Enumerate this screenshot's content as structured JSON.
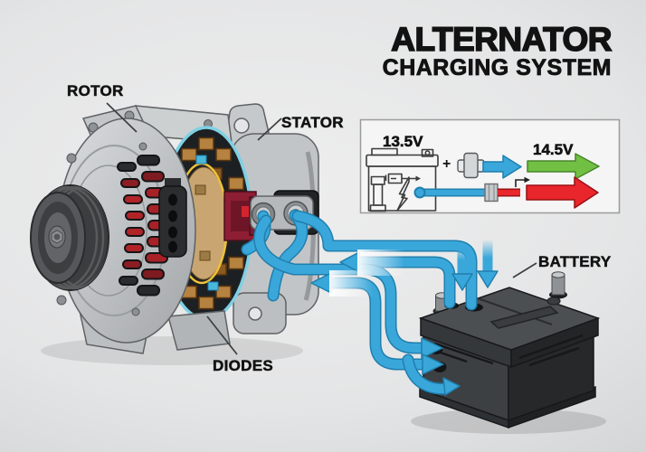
{
  "title": {
    "line1": "ALTERNATOR",
    "line2": "CHARGING SYSTEM"
  },
  "labels": {
    "rotor": "ROTOR",
    "stator": "STATOR",
    "diodes": "DIODES",
    "battery": "BATTERY"
  },
  "inset": {
    "source_voltage": "13.5V",
    "output_voltage": "14.5V",
    "plus_sign": "+"
  },
  "colors": {
    "pipe_blue": "#3aa7da",
    "pipe_edge": "#1f7fae",
    "arrow_green": "#72c043",
    "arrow_red": "#e8262b",
    "winding_red": "#a82127",
    "copper": "#b5823f",
    "teal_rim": "#7fd0e4",
    "battery_body": "#3d4043",
    "alternator_silver": "#c6c9cb"
  }
}
